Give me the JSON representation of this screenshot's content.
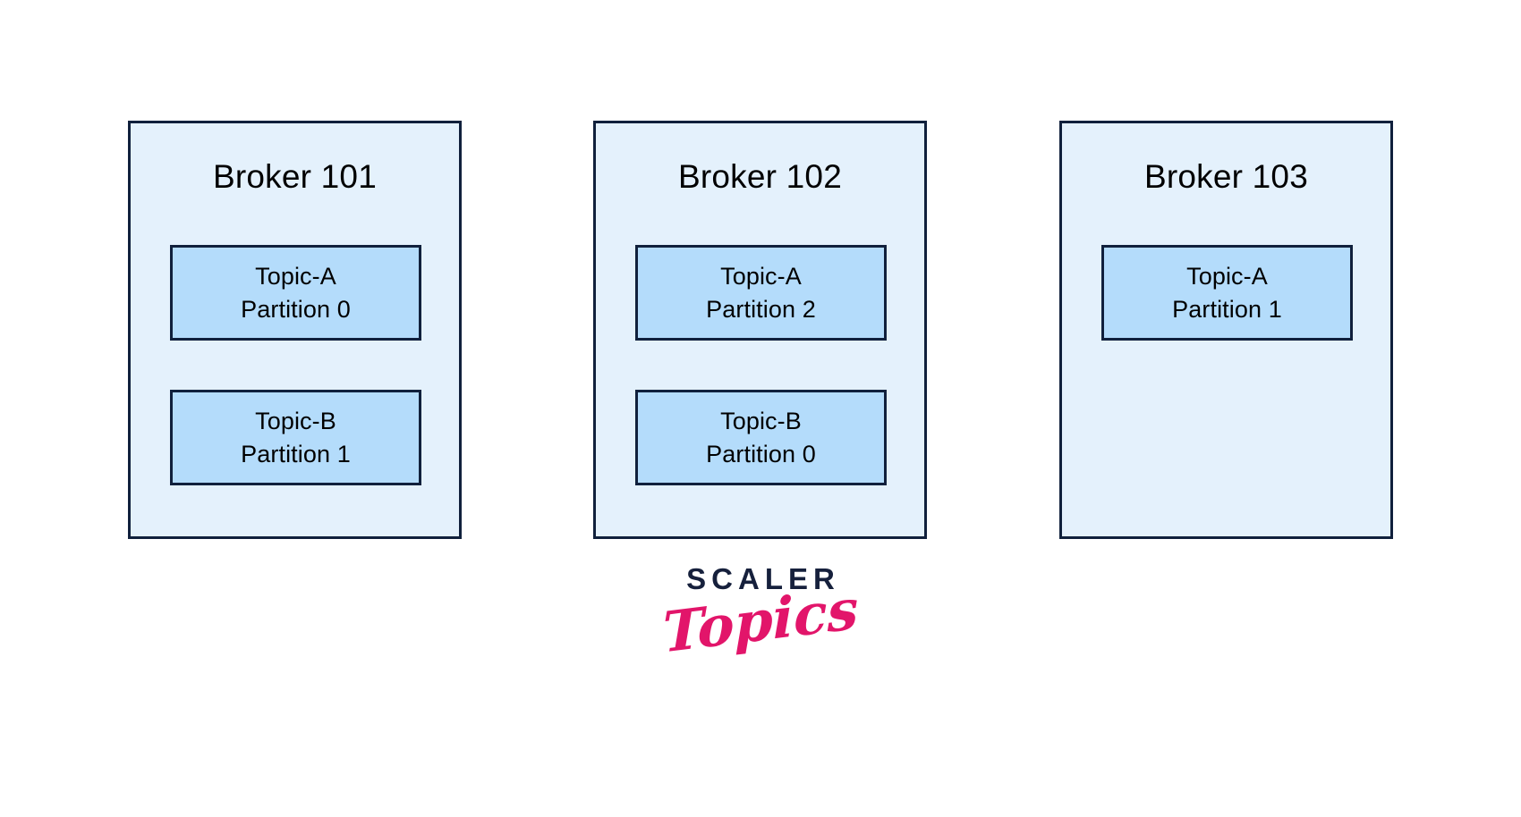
{
  "diagram": {
    "type": "kafka-broker-partition-distribution",
    "background_color": "#ffffff",
    "broker_fill_color": "#e4f1fc",
    "broker_border_color": "#10203c",
    "partition_fill_color": "#b4dcfb",
    "partition_border_color": "#10203c",
    "brokers": [
      {
        "title": "Broker 101",
        "partitions": [
          {
            "topic": "Topic-A",
            "partition": "Partition 0"
          },
          {
            "topic": "Topic-B",
            "partition": "Partition 1"
          }
        ]
      },
      {
        "title": "Broker 102",
        "partitions": [
          {
            "topic": "Topic-A",
            "partition": "Partition 2"
          },
          {
            "topic": "Topic-B",
            "partition": "Partition 0"
          }
        ]
      },
      {
        "title": "Broker 103",
        "partitions": [
          {
            "topic": "Topic-A",
            "partition": "Partition 1"
          }
        ]
      }
    ]
  },
  "branding": {
    "wordmark": "SCALER",
    "script": "Topics",
    "wordmark_color": "#16203c",
    "script_color": "#e2156a"
  }
}
